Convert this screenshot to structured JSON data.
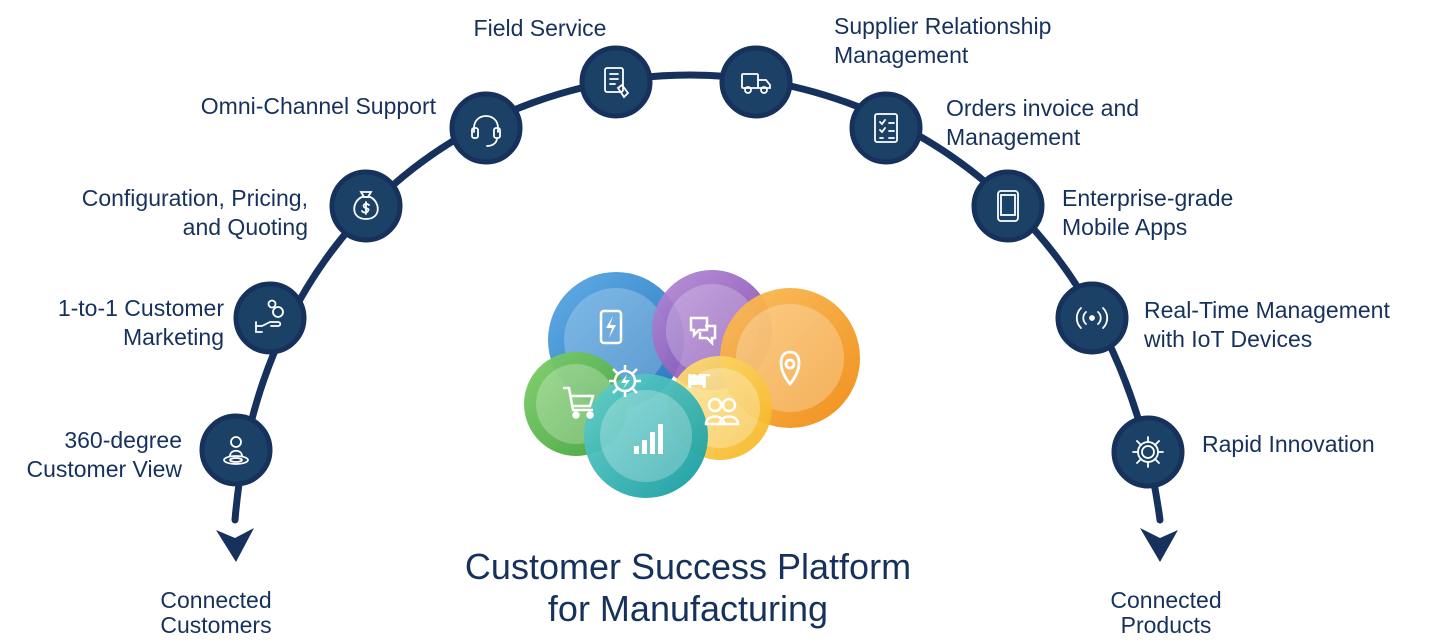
{
  "title": {
    "line1": "Customer Success Platform",
    "line2": "for Manufacturing"
  },
  "nodes": [
    {
      "label_lines": [
        "360-degree",
        "Customer View"
      ],
      "icon": "person-target-icon"
    },
    {
      "label_lines": [
        "1-to-1 Customer",
        "Marketing"
      ],
      "icon": "hand-coins-icon"
    },
    {
      "label_lines": [
        "Configuration, Pricing,",
        "and Quoting"
      ],
      "icon": "money-bag-icon"
    },
    {
      "label_lines": [
        "Omni-Channel Support"
      ],
      "icon": "headset-icon"
    },
    {
      "label_lines": [
        "Field Service"
      ],
      "icon": "tablet-touch-icon"
    },
    {
      "label_lines": [
        "Supplier Relationship",
        "Management"
      ],
      "icon": "truck-icon"
    },
    {
      "label_lines": [
        "Orders invoice and",
        "Management"
      ],
      "icon": "checklist-icon"
    },
    {
      "label_lines": [
        "Enterprise-grade",
        "Mobile Apps"
      ],
      "icon": "mobile-device-icon"
    },
    {
      "label_lines": [
        "Real-Time Management",
        "with IoT Devices"
      ],
      "icon": "wireless-signal-icon"
    },
    {
      "label_lines": [
        "Rapid Innovation"
      ],
      "icon": "gear-icon"
    }
  ],
  "endpoints": {
    "left": {
      "line1": "Connected",
      "line2": "Customers"
    },
    "right": {
      "line1": "Connected",
      "line2": "Products"
    }
  },
  "cloud_iot_text": "I  T",
  "colors": {
    "navy": "#16325c",
    "node_fill": "#1b4166",
    "blue": "#2a86d0",
    "purple": "#8c55b8",
    "orange": "#f29417",
    "green": "#57b446",
    "teal": "#1fb2b2",
    "yellow": "#f9c929"
  }
}
